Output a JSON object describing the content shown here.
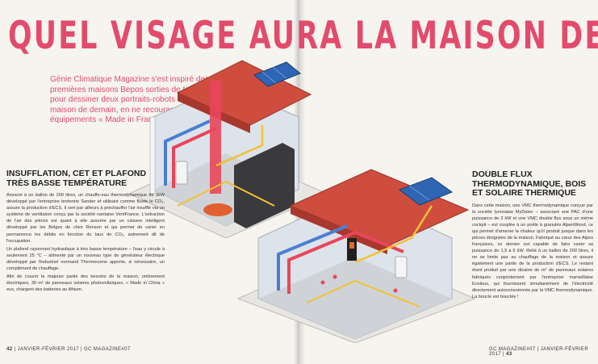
{
  "headline": "QUEL VISAGE AURA LA MAISON DE DEMAIN ?",
  "intro": "Génie Climatique Magazine s'est inspiré des premières maisons Bepos sorties de terre, pour dessiner deux portraits-robots de la maison de demain, en ne recourant qu'à des équipements « Made in France » ou presque…",
  "left_article": {
    "heading": "INSUFFLATION, CET ET PLAFOND TRÈS BASSE TEMPÉRATURE",
    "paragraphs": [
      "Associé à un ballon de 200 litres, un chauffe-eau thermodynamique de 3kW développé par l'entreprise bretonne Sander et utilisant comme fluide le CO₂, assure la production d'ECS. Il sert par ailleurs à préchauffer l'air insufflé via un système de ventilation conçu par la société nantaise VentFrance. L'extraction de l'air des pièces est quant à elle assurée par un caisson intelligent développé par les Belges de chez Renson et qui permet de varier en permanence les débits en fonction du taux de CO₂, autrement dit de l'occupation.",
      "Un plafond rayonnant hydraulique à très basse température – l'eau y circule à seulement 25 °C – alimenté par un nouveau type de générateur électrique développé par l'industriel normand Thermocome apporte, si nécessaire, un complément de chauffage.",
      "Afin de couvrir la majeure partie des besoins de la maison, ombrement électriques, 30 m² de panneaux solaires photovoltaïques, « Made in China » eux, chargent des batteries au lithium."
    ]
  },
  "right_article": {
    "heading": "DOUBLE FLUX THERMODYNAMIQUE, BOIS ET SOLAIRE THERMIQUE",
    "paragraph": "Dans cette maison, une VMC thermodynamique conçue par la société lyonnaise MyDatec – associant une PAC d'une puissance de 2 kW et une VMC double flux sous un même cockpit – est couplée à un poêle à granulés AlpenWood, ce qui permet d'amener la chaleur qu'il produit jusque dans les pièces éloignées de la maison. Fabriqué au cœur des Alpes françaises, ce dernier est capable de faire varier sa puissance de 1,5 à 6 kW. Relié à un ballon de 200 litres, il ne se limite pas au chauffage de la maison et assure également une partie de la production d'ECS. Le restant étant produit par une dizaine de m² de panneaux solaires fabriqués conjointement par l'entreprise marseillaise Ecoleus, qui fournissent simultanément de l'électricité directement autoconsommée par la VMC thermodynamique. La boucle est bouclée !"
  },
  "footer": {
    "left_page": "42",
    "left_rest": " | JANVIER-FÉVRIER 2017 | GC MAGAZINE#07",
    "right_rest": "GC MAGAZINE#07 | JANVIER-FÉVRIER 2017 | ",
    "right_page": "43"
  },
  "colors": {
    "accent": "#e24b6c",
    "pipe_hot": "#e8465a",
    "pipe_cold": "#4a7fd0",
    "roof": "#c8453a"
  }
}
